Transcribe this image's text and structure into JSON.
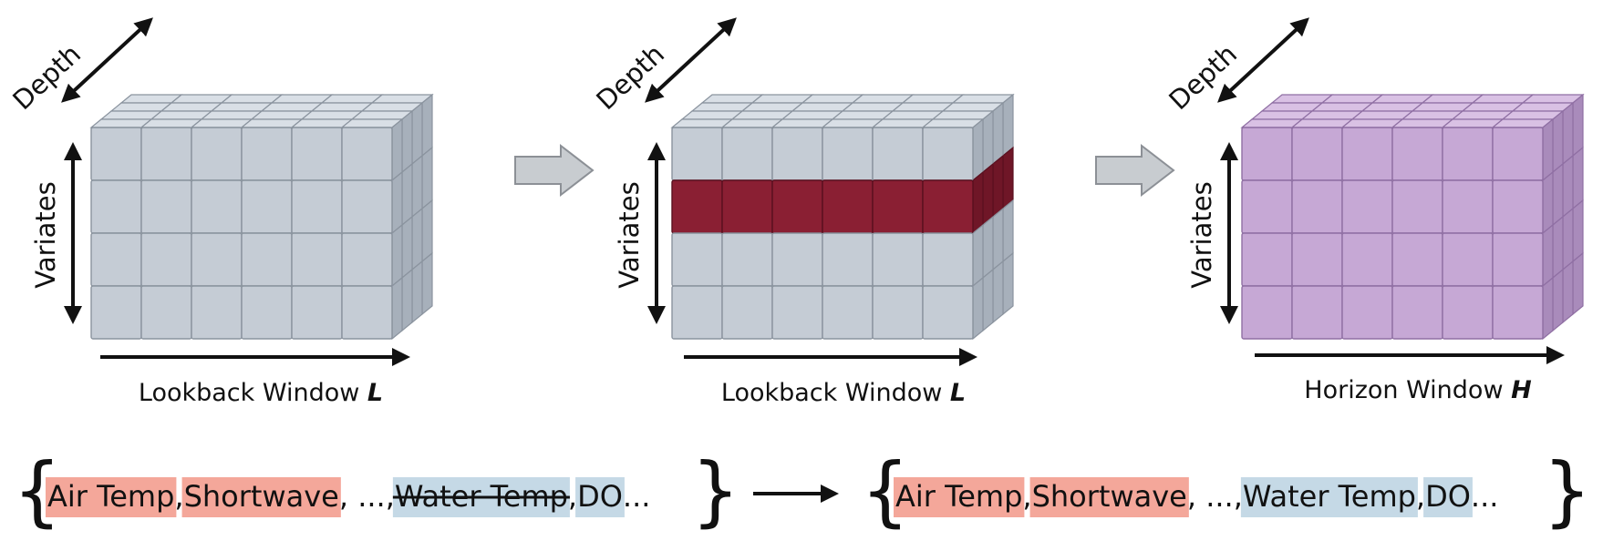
{
  "colors": {
    "cube_gray_front": "#c5ccd5",
    "cube_gray_top": "#d9dfe6",
    "cube_gray_side": "#a7b0bb",
    "cube_red_front": "#8a1f33",
    "cube_red_side": "#6f1627",
    "cube_purple_front": "#c6a8d5",
    "cube_purple_top": "#d9c1e4",
    "cube_purple_side": "#a98bbb",
    "highlight_red": "#f4a79a",
    "highlight_blue": "#c5d9e6",
    "arrow_gray": "#c8ccd0"
  },
  "cubes": [
    {
      "depth_label": "Depth",
      "variates_label": "Variates",
      "window_label": "Lookback Window ",
      "window_var": "L",
      "tint": "gray",
      "masked_row": null
    },
    {
      "depth_label": "Depth",
      "variates_label": "Variates",
      "window_label": "Lookback Window ",
      "window_var": "L",
      "tint": "gray",
      "masked_row": 1
    },
    {
      "depth_label": "Depth",
      "variates_label": "Variates",
      "window_label": "Horizon Window ",
      "window_var": "H",
      "tint": "purple",
      "masked_row": null
    }
  ],
  "sequences": [
    {
      "items": [
        {
          "text": "Air Temp",
          "highlight": "red",
          "strike": false
        },
        {
          "text": ", ",
          "highlight": null,
          "strike": false
        },
        {
          "text": "Shortwave",
          "highlight": "red",
          "strike": false
        },
        {
          "text": ", ..., ",
          "highlight": null,
          "strike": false
        },
        {
          "text": "Water Temp",
          "highlight": "blue",
          "strike": true
        },
        {
          "text": ", ",
          "highlight": null,
          "strike": false
        },
        {
          "text": "DO",
          "highlight": "blue",
          "strike": false
        },
        {
          "text": " ...",
          "highlight": null,
          "strike": false
        }
      ]
    },
    {
      "items": [
        {
          "text": "Air Temp",
          "highlight": "red",
          "strike": false
        },
        {
          "text": ", ",
          "highlight": null,
          "strike": false
        },
        {
          "text": "Shortwave",
          "highlight": "red",
          "strike": false
        },
        {
          "text": ", ..., ",
          "highlight": null,
          "strike": false
        },
        {
          "text": "Water Temp",
          "highlight": "blue",
          "strike": false
        },
        {
          "text": ", ",
          "highlight": null,
          "strike": false
        },
        {
          "text": "DO",
          "highlight": "blue",
          "strike": false
        },
        {
          "text": " ...",
          "highlight": null,
          "strike": false
        }
      ]
    }
  ],
  "braces": {
    "open": "{",
    "close": "}"
  }
}
